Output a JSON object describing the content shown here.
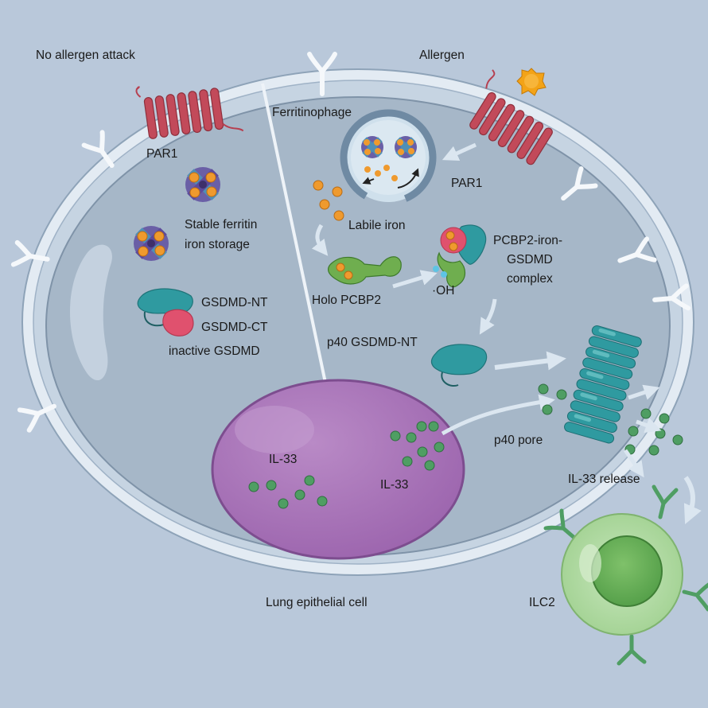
{
  "labels": {
    "no_allergen": "No allergen attack",
    "allergen": "Allergen",
    "ferritinophage": "Ferritinophage",
    "par1_left": "PAR1",
    "par1_right": "PAR1",
    "stable_ferritin_1": "Stable ferritin",
    "stable_ferritin_2": "iron storage",
    "labile_iron": "Labile iron",
    "pcbp2_complex_1": "PCBP2-iron-",
    "pcbp2_complex_2": "GSDMD",
    "pcbp2_complex_3": "complex",
    "holo_pcbp2": "Holo PCBP2",
    "hydroxyl": "·OH",
    "gsdmd_nt": "GSDMD-NT",
    "gsdmd_ct": "GSDMD-CT",
    "inactive_gsdmd": "inactive GSDMD",
    "p40_gsdmd_nt": "p40 GSDMD-NT",
    "p40_pore": "p40 pore",
    "il33_left": "IL-33",
    "il33_right": "IL-33",
    "il33_release": "IL-33 release",
    "lung_epithelial": "Lung epithelial cell",
    "ilc2": "ILC2"
  },
  "colors": {
    "background": "#b9c8da",
    "cell_membrane": "#d6e2ee",
    "cytoplasm": "#a6b7c8",
    "nucleus": "#a86fb6",
    "par1": "#c24a5a",
    "gsdmd_nt": "#2f9aa0",
    "gsdmd_ct": "#e0516e",
    "pcbp2": "#6fae4f",
    "iron": "#ef9a2e",
    "il33": "#4f9e63",
    "ilc2": "#9ed08e",
    "allergen": "#f3a317"
  }
}
